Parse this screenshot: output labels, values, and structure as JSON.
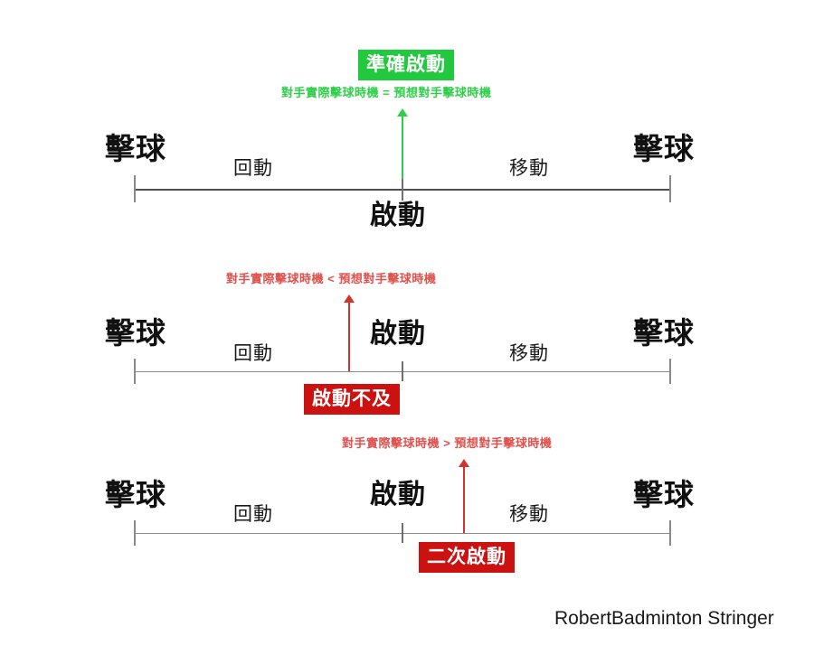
{
  "page": {
    "background": "#ffffff",
    "footer_credit": "RobertBadminton Stringer"
  },
  "colors": {
    "green": "#22c93f",
    "green_text": "#2fce4a",
    "red": "#cc1111",
    "red_text": "#e0514d",
    "red_arrow": "#d6322c",
    "axis": "#4d4d4d",
    "label": "#111111"
  },
  "common_labels": {
    "hit_left": "擊球",
    "hit_right": "擊球",
    "phase_left": "回動",
    "phase_right": "移動",
    "start": "啟動"
  },
  "sections": [
    {
      "id": "correct-timing",
      "badge": "準確啟動",
      "badge_color": "#22c93f",
      "formula": "對手實際擊球時機 = 預想對手擊球時機",
      "formula_color": "#2fce4a",
      "arrow_color": "#2fce4a",
      "hit_left": "擊球",
      "hit_right": "擊球",
      "phase_left": "回動",
      "phase_right": "移動",
      "start": "啟動"
    },
    {
      "id": "late-start",
      "badge": "啟動不及",
      "badge_color": "#cc1111",
      "formula": "對手實際擊球時機 < 預想對手擊球時機",
      "formula_color": "#e0514d",
      "arrow_color": "#d6322c",
      "hit_left": "擊球",
      "hit_right": "擊球",
      "phase_left": "回動",
      "phase_right": "移動",
      "start": "啟動"
    },
    {
      "id": "second-start",
      "badge": "二次啟動",
      "badge_color": "#cc1111",
      "formula": "對手實際擊球時機 > 預想對手擊球時機",
      "formula_color": "#e0514d",
      "arrow_color": "#d6322c",
      "hit_left": "擊球",
      "hit_right": "擊球",
      "phase_left": "回動",
      "phase_right": "移動",
      "start": "啟動"
    }
  ]
}
